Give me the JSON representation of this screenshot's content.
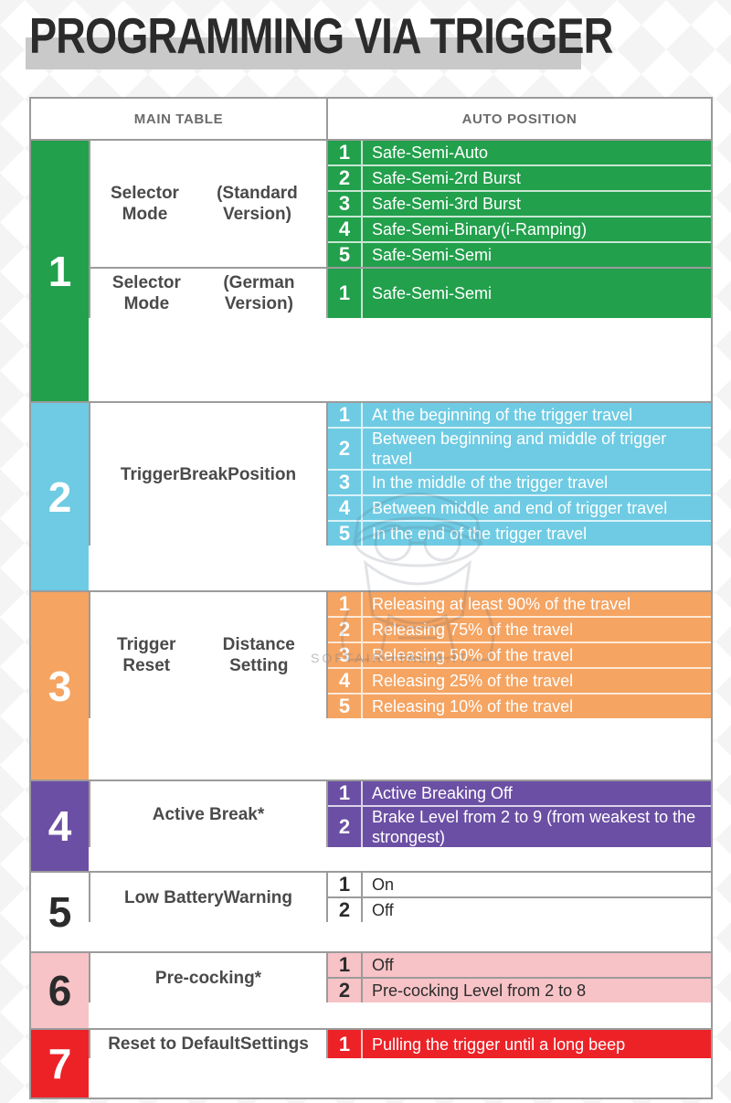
{
  "title": "PROGRAMMING VIA TRIGGER",
  "colors": {
    "green": "#22a04c",
    "blue": "#6ecbe3",
    "orange": "#f5a462",
    "purple": "#6b4fa4",
    "white": "#ffffff",
    "pink": "#f7c3c7",
    "red": "#ec2227",
    "title_band": "#c9c9c9",
    "border": "#9b9b9b"
  },
  "watermark": {
    "text": "SOFTAIR-ITALIA.IT",
    "icon": "soldier-helmet-goggles-watermark"
  },
  "header": {
    "main_table": "MAIN TABLE",
    "auto_position": "AUTO POSITION"
  },
  "groups": [
    {
      "num": "1",
      "theme": "green",
      "subgroups": [
        {
          "label": "Selector Mode\n(Standard Version)",
          "label_line1": "Selector Mode",
          "label_line2": "(Standard Version)",
          "options": [
            {
              "n": "1",
              "text": "Safe-Semi-Auto"
            },
            {
              "n": "2",
              "text": "Safe-Semi-2rd Burst"
            },
            {
              "n": "3",
              "text": "Safe-Semi-3rd Burst"
            },
            {
              "n": "4",
              "text": "Safe-Semi-Binary(i-Ramping)"
            },
            {
              "n": "5",
              "text": "Safe-Semi-Semi"
            }
          ]
        },
        {
          "label_line1": "Selector Mode",
          "label_line2": "(German Version)",
          "options": [
            {
              "n": "1",
              "text": "Safe-Semi-Semi"
            }
          ]
        }
      ]
    },
    {
      "num": "2",
      "theme": "blue",
      "subgroups": [
        {
          "label_line1": "Trigger",
          "label_line2": "Break",
          "label_line3": "Position",
          "options": [
            {
              "n": "1",
              "text": "At the beginning of the trigger travel"
            },
            {
              "n": "2",
              "text": "Between beginning and middle of trigger travel"
            },
            {
              "n": "3",
              "text": "In the middle of the trigger travel"
            },
            {
              "n": "4",
              "text": "Between middle and end of trigger travel"
            },
            {
              "n": "5",
              "text": "In the end of the trigger travel"
            }
          ]
        }
      ]
    },
    {
      "num": "3",
      "theme": "orange",
      "subgroups": [
        {
          "label_line1": "Trigger Reset",
          "label_line2": "Distance Setting",
          "options": [
            {
              "n": "1",
              "text": "Releasing at least 90% of the travel"
            },
            {
              "n": "2",
              "text": "Releasing 75% of the travel"
            },
            {
              "n": "3",
              "text": "Releasing 50% of the travel"
            },
            {
              "n": "4",
              "text": "Releasing 25% of the travel"
            },
            {
              "n": "5",
              "text": "Releasing 10% of the travel"
            }
          ]
        }
      ]
    },
    {
      "num": "4",
      "theme": "purple",
      "subgroups": [
        {
          "label_line1": "Active Break*",
          "options": [
            {
              "n": "1",
              "text": "Active Breaking Off"
            },
            {
              "n": "2",
              "text": "Brake Level from 2 to 9 (from weakest to the strongest)"
            }
          ]
        }
      ]
    },
    {
      "num": "5",
      "theme": "white",
      "subgroups": [
        {
          "label_line1": "Low Battery",
          "label_line2": "Warning",
          "options": [
            {
              "n": "1",
              "text": "On"
            },
            {
              "n": "2",
              "text": "Off"
            }
          ]
        }
      ]
    },
    {
      "num": "6",
      "theme": "pink",
      "subgroups": [
        {
          "label_line1": "Pre-cocking*",
          "options": [
            {
              "n": "1",
              "text": "Off"
            },
            {
              "n": "2",
              "text": "Pre-cocking Level from 2 to 8"
            }
          ]
        }
      ]
    },
    {
      "num": "7",
      "theme": "red",
      "subgroups": [
        {
          "label_line1": "Reset to Default",
          "label_line2": "Settings",
          "options": [
            {
              "n": "1",
              "text": "Pulling the trigger until a long beep"
            }
          ]
        }
      ]
    }
  ]
}
